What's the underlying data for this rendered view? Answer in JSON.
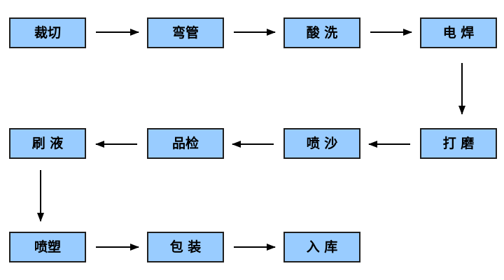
{
  "diagram": {
    "type": "flowchart",
    "colors": {
      "background": "#FFFFFF",
      "node_fill": "#99CCFF",
      "node_border": "#1F1F1F",
      "node_text": "#000000",
      "arrow": "#000000"
    },
    "nodes": [
      {
        "id": "cut",
        "label": "裁切"
      },
      {
        "id": "bend",
        "label": "弯管"
      },
      {
        "id": "pickle",
        "label": "酸 洗"
      },
      {
        "id": "weld",
        "label": "电 焊"
      },
      {
        "id": "brush",
        "label": "刷 液"
      },
      {
        "id": "inspect",
        "label": "品检"
      },
      {
        "id": "sandblast",
        "label": "喷 沙"
      },
      {
        "id": "grind",
        "label": "打 磨"
      },
      {
        "id": "spray",
        "label": "喷塑"
      },
      {
        "id": "pack",
        "label": "包 装"
      },
      {
        "id": "warehouse",
        "label": "入 库"
      }
    ],
    "edges": [
      {
        "from": "cut",
        "to": "bend"
      },
      {
        "from": "bend",
        "to": "pickle"
      },
      {
        "from": "pickle",
        "to": "weld"
      },
      {
        "from": "weld",
        "to": "grind"
      },
      {
        "from": "grind",
        "to": "sandblast"
      },
      {
        "from": "sandblast",
        "to": "inspect"
      },
      {
        "from": "inspect",
        "to": "brush"
      },
      {
        "from": "brush",
        "to": "spray"
      },
      {
        "from": "spray",
        "to": "pack"
      },
      {
        "from": "pack",
        "to": "warehouse"
      }
    ]
  }
}
